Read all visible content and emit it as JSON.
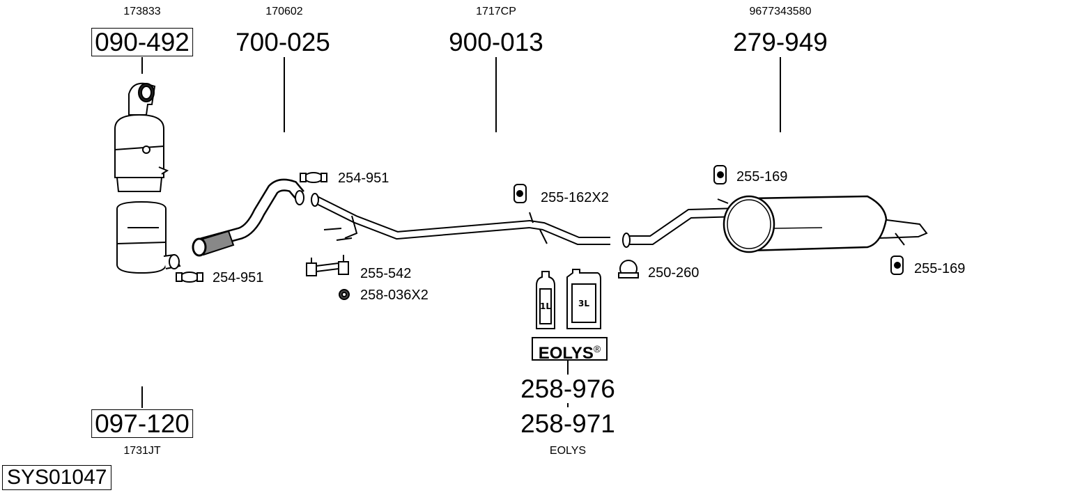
{
  "parts_top": [
    {
      "oe": "173833",
      "number": "090-492",
      "boxed": true
    },
    {
      "oe": "170602",
      "number": "700-025",
      "boxed": false
    },
    {
      "oe": "1717CP",
      "number": "900-013",
      "boxed": false
    },
    {
      "oe": "9677343580",
      "number": "279-949",
      "boxed": false
    }
  ],
  "parts_bottom": [
    {
      "number": "097-120",
      "oe": "1731JT",
      "boxed": true
    },
    {
      "number": "258-976",
      "number2": "258-971",
      "oe": "EOLYS"
    }
  ],
  "accessories": {
    "clamp_1": "254-951",
    "clamp_2": "254-951",
    "bracket": "255-542",
    "nut": "258-036X2",
    "hanger_mid": "255-162X2",
    "clamp_rear": "250-260",
    "hanger_rear_1": "255-169",
    "hanger_rear_2": "255-169"
  },
  "eolys": {
    "brand": "EOLYS",
    "mark": "®",
    "bottle_small": "1L",
    "bottle_large": "3L"
  },
  "system_id": "SYS01047"
}
